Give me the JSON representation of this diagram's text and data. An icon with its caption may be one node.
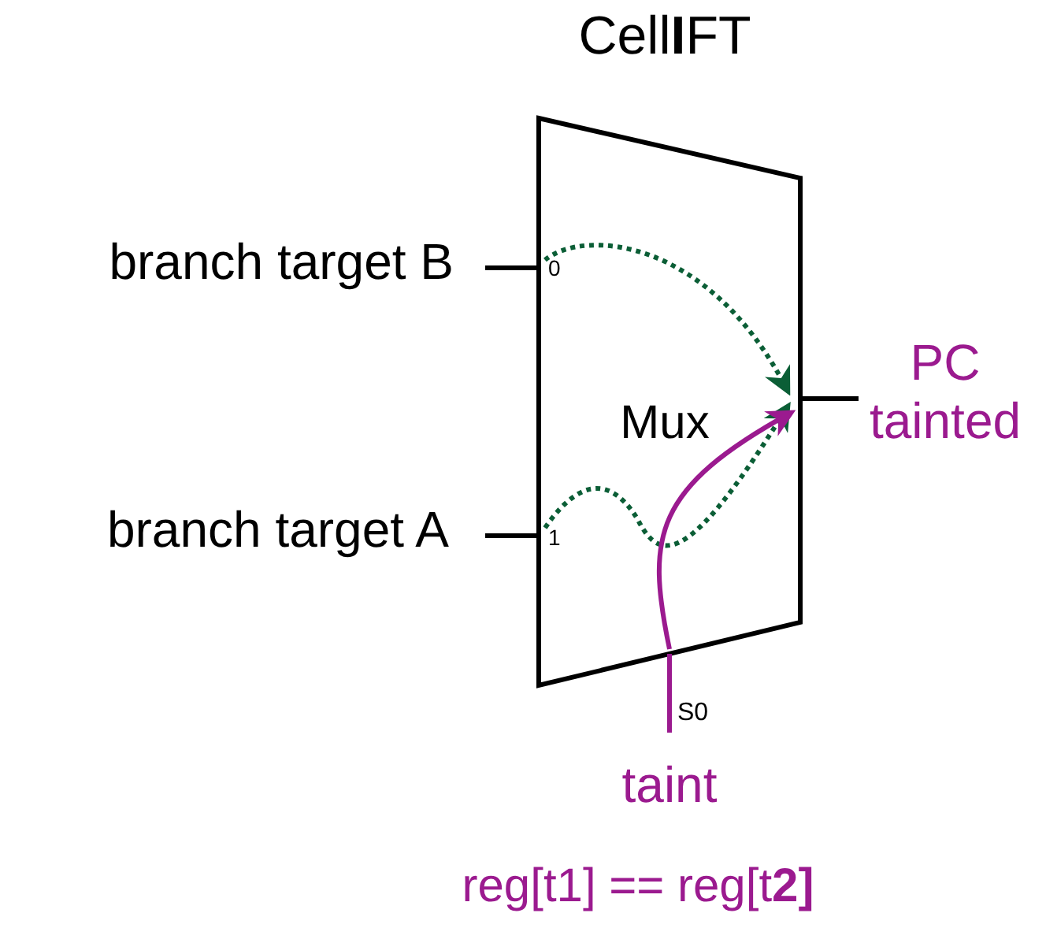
{
  "diagram": {
    "title": "Cell**I**FT",
    "nodes": [
      {
        "text": [
          "Mux"
        ]
      },
      {
        "text": [
          "branch target B"
        ]
      },
      {
        "text": [
          "branch target A"
        ]
      },
      {
        "text": [
          "PC tainted"
        ]
      },
      {
        "text": [
          "taint"
        ]
      }
    ],
    "edges": [
      {
        "from": 1,
        "to": 0,
        "arrow": "none"
      },
      {
        "from": 2,
        "to": 0,
        "arrow": "none"
      },
      {
        "from": 0,
        "to": 3,
        "arrow": "none"
      },
      {
        "from": 4,
        "to": 0,
        "arrow": "none",
        "color": "#9b1a8f"
      }
    ],
    "labels": [
      "0",
      "1",
      "S0",
      "reg[t1] == reg[t**2]**"
    ]
  }
}
